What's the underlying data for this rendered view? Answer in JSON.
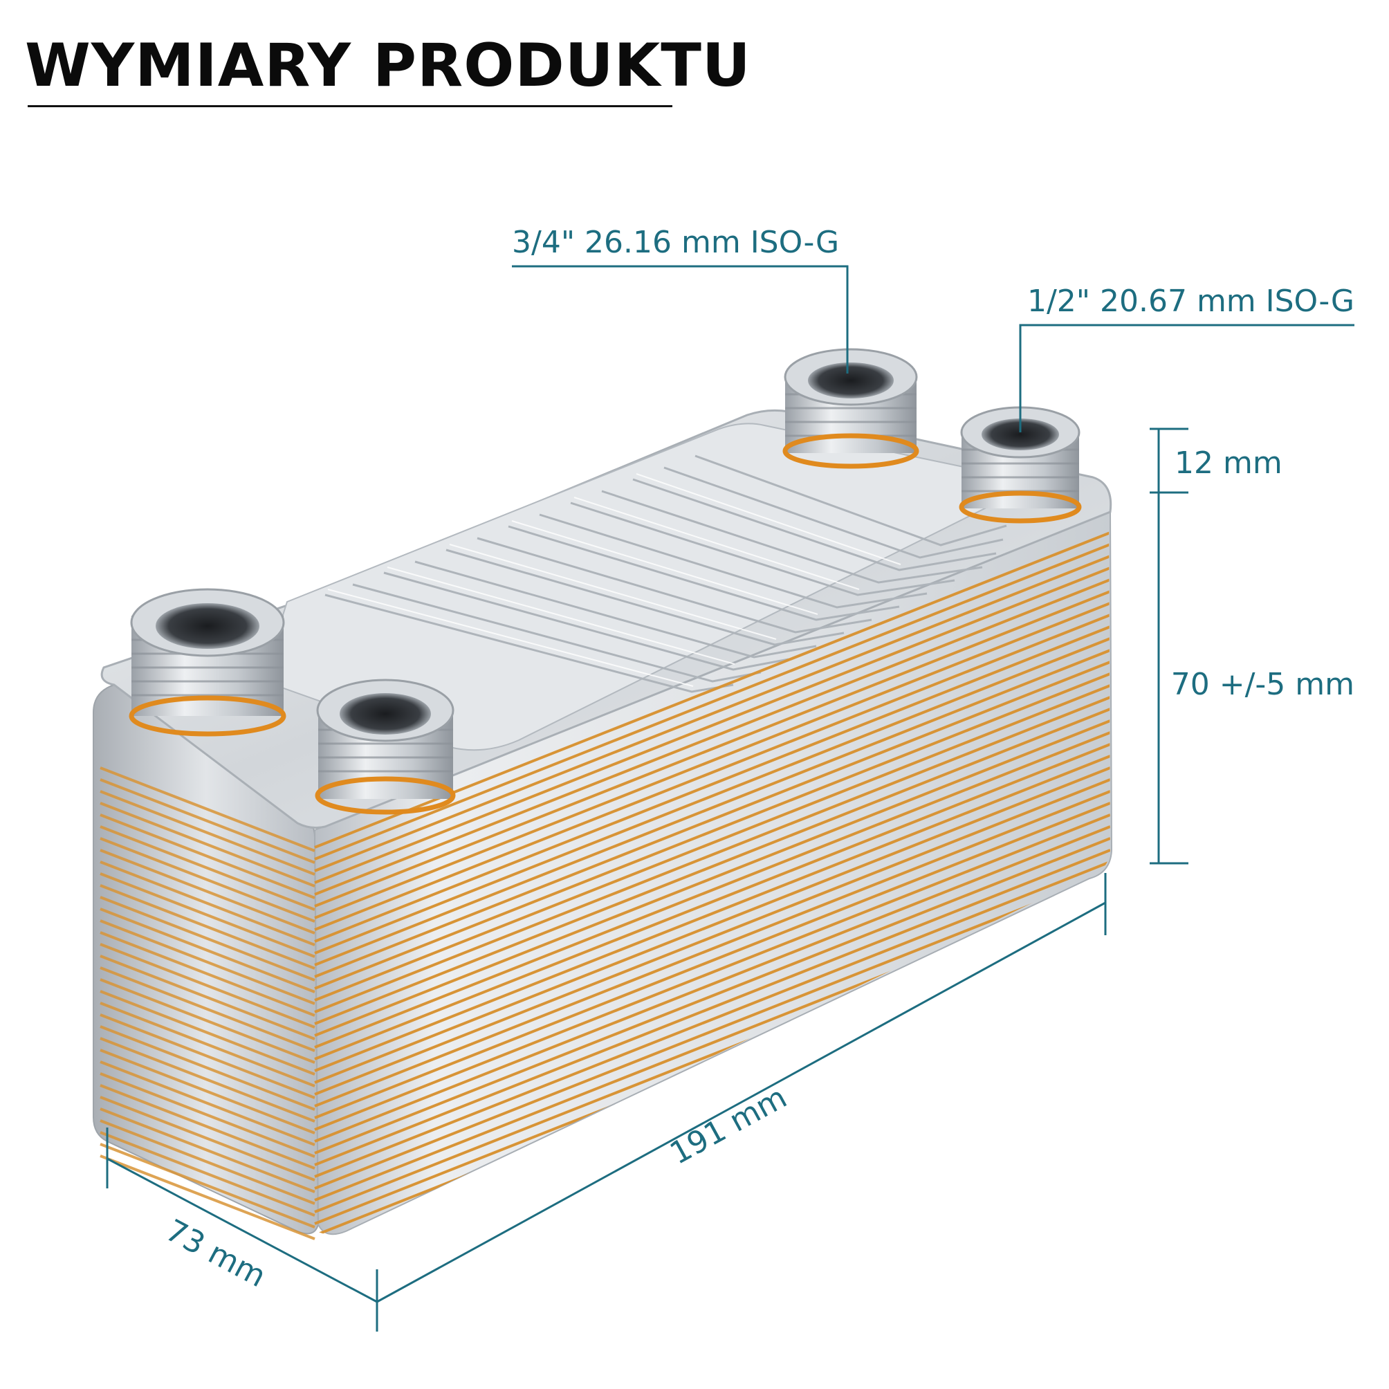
{
  "title": "WYMIARY PRODUKTU",
  "colors": {
    "accent": "#1d6d80",
    "title": "#0b0b0b",
    "copper": "#d89436",
    "steel": "#cfd4d9"
  },
  "dimensions": {
    "port_large": "3/4\" 26.16 mm ISO-G",
    "port_small": "1/2\" 20.67 mm ISO-G",
    "connector_height": "12 mm",
    "height": "70 +/-5 mm",
    "length": "191 mm",
    "width": "73 mm"
  }
}
